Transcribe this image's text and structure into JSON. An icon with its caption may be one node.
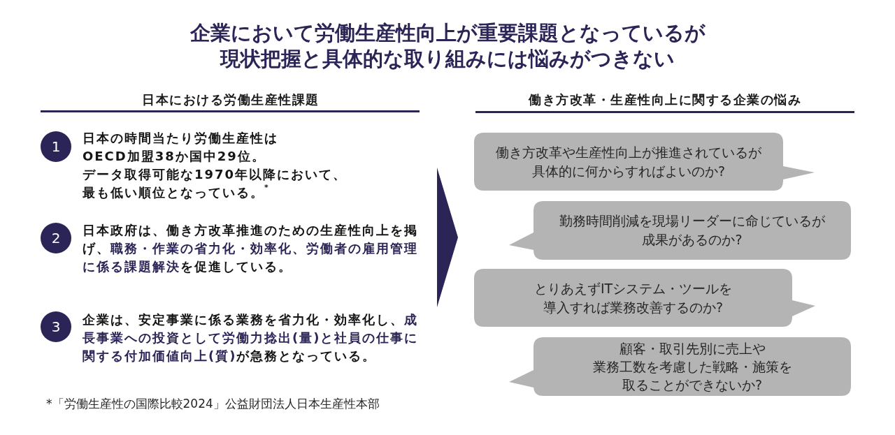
{
  "diagram": {
    "title": "企業において労働生産性向上が重要課題となっているが現状把握と具体的な取り組みには悩みがつきない",
    "nodes": [
      {
        "text": [
          "1"
        ],
        "beside": [
          "日本の時間当たり労働生産性はOECD加盟38か国中29位。データ取得可能な1970年以降において、最も低い順位となっている。$^{*}$"
        ]
      },
      {
        "text": [
          "2"
        ],
        "beside": [
          "日本政府は、働き方改革推進のための生産性向上を掲げ、**職務・作業の省力化・効率化、労働者の雇用管理に係る課題解決**を促進している。"
        ]
      },
      {
        "text": [
          "3"
        ],
        "beside": [
          "企業は、安定事業に係る業務を省力化・効率化し、**成長事業への投資として労働力捻出(量)と社員の仕事に関する付加価値向上(質)**が急務となっている。"
        ]
      },
      {
        "text": [
          "働き方改革や生産性向上が推進されているが具体的に何からすればよいのか?"
        ]
      },
      {
        "text": [
          "勤務時間削減を現場リーダーに命じているが成果があるのか?"
        ]
      },
      {
        "text": [
          "とりあえずITシステム・ツールを導入すれば業務改善するのか?"
        ]
      },
      {
        "text": [
          "顧客・取引先別に売上や業務工数を考慮した戦略・施策を取ることができないか?"
        ]
      }
    ],
    "labels": [
      "日本における労働生産性課題",
      "働き方改革・生産性向上に関する企業の悩み",
      "*「労働生産性の国際比較2024」公益財団法人日本生産性本部"
    ]
  }
}
